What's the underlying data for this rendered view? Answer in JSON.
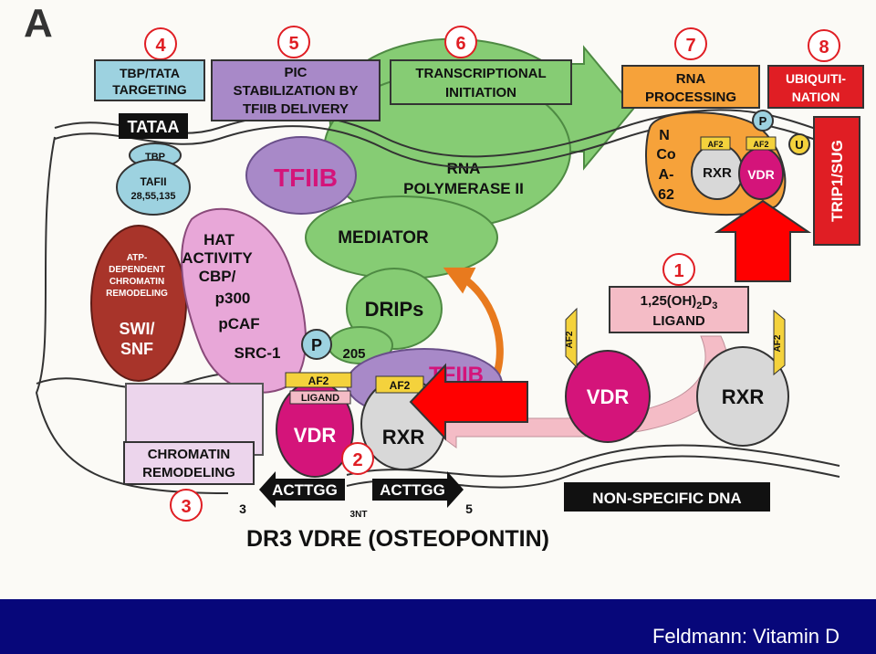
{
  "panel_letter": "A",
  "steps": {
    "s1": {
      "num": "1",
      "label_line1": "1,25(OH)",
      "label_sub": "2",
      "label_mid": "D",
      "label_sub2": "3",
      "label_line2": "LIGAND"
    },
    "s2": {
      "num": "2"
    },
    "s3": {
      "num": "3",
      "label_line1": "CHROMATIN",
      "label_line2": "REMODELING"
    },
    "s4": {
      "num": "4",
      "label_line1": "TBP/TATA",
      "label_line2": "TARGETING"
    },
    "s5": {
      "num": "5",
      "label_line1": "PIC",
      "label_line2": "STABILIZATION BY",
      "label_line3": "TFIIB DELIVERY"
    },
    "s6": {
      "num": "6",
      "label_line1": "TRANSCRIPTIONAL",
      "label_line2": "INITIATION"
    },
    "s7": {
      "num": "7",
      "label_line1": "RNA",
      "label_line2": "PROCESSING"
    },
    "s8": {
      "num": "8",
      "label_line1": "UBIQUITI-",
      "label_line2": "NATION"
    }
  },
  "factors": {
    "tataa": "TATAA",
    "tbp": "TBP",
    "tafii_line1": "TAFII",
    "tafii_line2": "28,55,135",
    "swi_line1": "ATP-",
    "swi_line2": "DEPENDENT",
    "swi_line3": "CHROMATIN",
    "swi_line4": "REMODELING",
    "swi_line5": "SWI/",
    "swi_line6": "SNF",
    "hat_line1": "HAT",
    "hat_line2": "ACTIVITY",
    "hat_line3": "CBP/",
    "hat_line4": "p300",
    "hat_line5": "pCAF",
    "hat_line6": "SRC-1",
    "tfiib": "TFIIB",
    "rnapol_line1": "RNA",
    "rnapol_line2": "POLYMERASE II",
    "mediator": "MEDIATOR",
    "drips": "DRIPs",
    "drip205": "205",
    "p": "P",
    "u": "U",
    "af2": "AF2",
    "ligand": "LIGAND",
    "vdr": "VDR",
    "rxr": "RXR",
    "nco_line1": "N",
    "nco_line2": "Co",
    "nco_line3": "A-",
    "nco_line4": "62",
    "trip": "TRIP1/SUG",
    "nonspecific": "NON-SPECIFIC DNA",
    "actt1": "ACTTGG",
    "actt2": "ACTTGG",
    "end3": "3",
    "end5": "5",
    "spacer": "3NT",
    "vdre": "DR3 VDRE (OSTEOPONTIN)"
  },
  "footer": "Feldmann: Vitamin D",
  "colors": {
    "green": "#86cc74",
    "purple": "#a889c8",
    "pink": "#e8a7d8",
    "magenta": "#d4147a",
    "brick": "#a8342a",
    "orange": "#f6a23a",
    "red": "#e01e24",
    "cyan": "#9dd2e0",
    "yellow": "#f4d23c",
    "footer": "#07077a"
  }
}
